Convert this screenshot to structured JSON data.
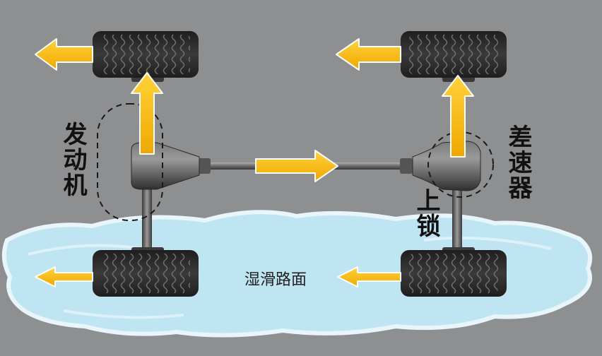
{
  "labels": {
    "engine": "发动机",
    "differential": "差速器",
    "locked": "上锁",
    "road_surface": "湿滑路面"
  },
  "colors": {
    "background": "#8e8f91",
    "arrow_fill": "#f5b400",
    "arrow_stroke": "#ffffff",
    "tire": "#2e2e2e",
    "tread": "#555555",
    "water": "#bfe4f2",
    "water_edge": "#e8f6fb",
    "metal": "#4a4a4a",
    "metal_light": "#8a8a8a"
  },
  "icons": {
    "wheel": "tire-icon",
    "arrow": "force-arrow-icon",
    "differential": "differential-housing-icon"
  }
}
